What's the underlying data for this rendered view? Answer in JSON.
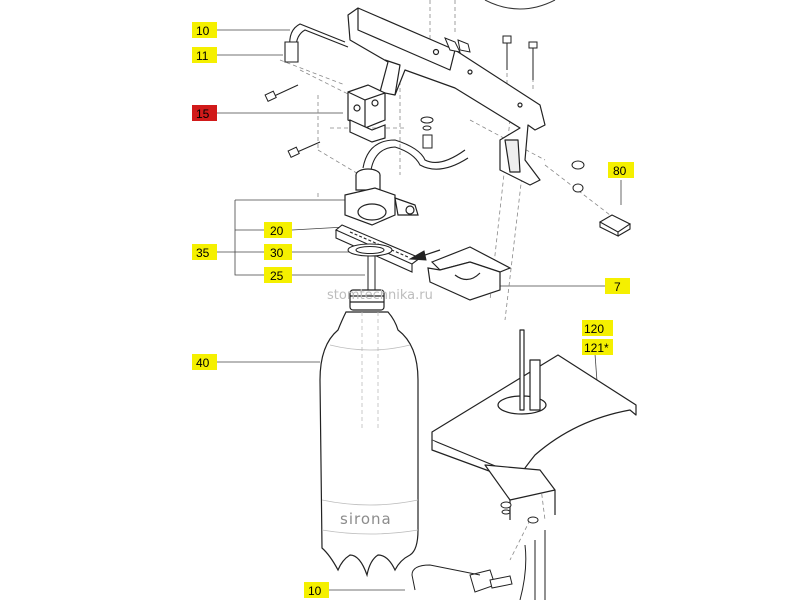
{
  "callouts": [
    {
      "id": "10-top",
      "label": "10",
      "highlight": "#f5f000"
    },
    {
      "id": "11",
      "label": "11",
      "highlight": "#f5f000"
    },
    {
      "id": "15",
      "label": "15",
      "highlight": "#d11a1a"
    },
    {
      "id": "20",
      "label": "20",
      "highlight": "#f5f000"
    },
    {
      "id": "35",
      "label": "35",
      "highlight": "#f5f000"
    },
    {
      "id": "30",
      "label": "30",
      "highlight": "#f5f000"
    },
    {
      "id": "25",
      "label": "25",
      "highlight": "#f5f000"
    },
    {
      "id": "7",
      "label": "7",
      "highlight": "#f5f000"
    },
    {
      "id": "80",
      "label": "80",
      "highlight": "#f5f000"
    },
    {
      "id": "120",
      "label": "120",
      "highlight": "#f5f000"
    },
    {
      "id": "121",
      "label": "121*",
      "highlight": "#f5f000"
    },
    {
      "id": "40",
      "label": "40",
      "highlight": "#f5f000"
    },
    {
      "id": "10-bottom",
      "label": "10",
      "highlight": "#f5f000"
    }
  ],
  "bottle_brand": "sirona",
  "watermark": "stomtechnika.ru"
}
